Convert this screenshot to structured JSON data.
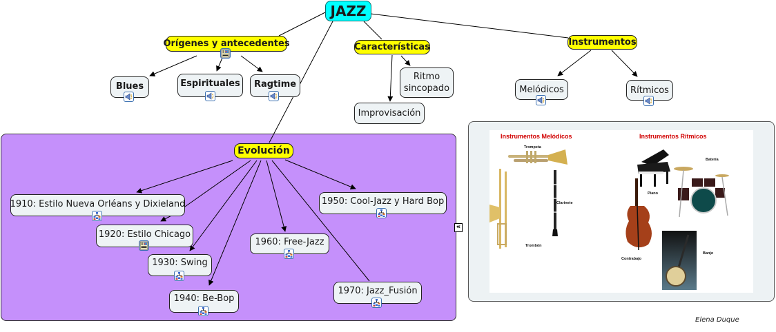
{
  "map": {
    "root": "JAZZ",
    "categories": {
      "origins": "Orígenes y antecedentes",
      "characteristics": "Características",
      "instruments": "Instrumentos",
      "evolution": "Evolución"
    },
    "origins_children": [
      "Blues",
      "Espirituales",
      "Ragtime"
    ],
    "characteristics_children": {
      "rhythm": "Ritmo\nsincopado",
      "improv": "Improvisación"
    },
    "instruments_children": [
      "Melódicos",
      "Rítmicos"
    ],
    "evolution_children": [
      "1910: Estilo Nueva Orléans y Dixieland",
      "1920: Estilo Chicago",
      "1930: Swing",
      "1940: Be-Bop",
      "1950: Cool-Jazz y Hard Bop",
      "1960: Free-Jazz",
      "1970: Jazz_Fusión"
    ]
  },
  "resource_icons": {
    "audio": "speaker-audio-icon",
    "document": "document-image-icon",
    "submap": "concept-map-icon"
  },
  "image_panel": {
    "title_melodic": "Instrumentos Melódicos",
    "title_rhythmic": "Instrumentos Rítmicos",
    "labels": {
      "trumpet": "Trompeta",
      "clarinet": "Clarinete",
      "trombone": "Trombón",
      "piano": "Piano",
      "drums": "Batería",
      "double_bass": "Contrabajo",
      "banjo": "Banjo"
    },
    "collapse_icon": "«"
  },
  "author": "Elena Duque",
  "colors": {
    "root": "#00ffff",
    "category": "#ffff00",
    "node": "#eef3f5",
    "evolution_panel": "#c590fb",
    "image_title": "#d10000"
  }
}
